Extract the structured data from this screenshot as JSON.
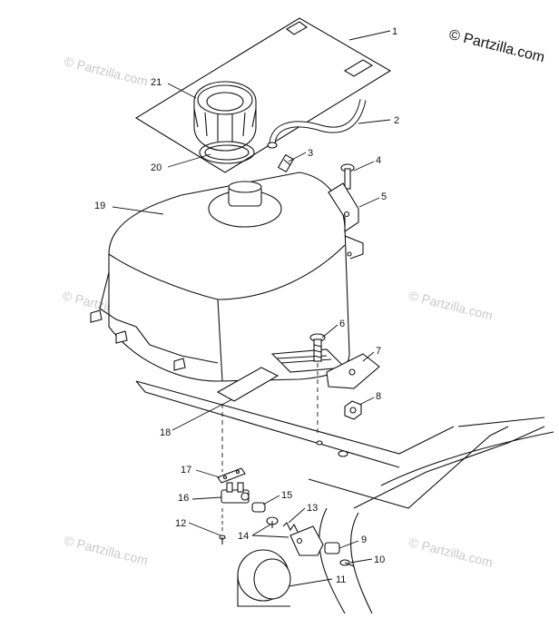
{
  "brand": "© Partzilla.com",
  "watermark": "© Partzilla.com",
  "callouts": [
    {
      "id": "1",
      "label": "1"
    },
    {
      "id": "2",
      "label": "2"
    },
    {
      "id": "3",
      "label": "3"
    },
    {
      "id": "4",
      "label": "4"
    },
    {
      "id": "5",
      "label": "5"
    },
    {
      "id": "6",
      "label": "6"
    },
    {
      "id": "7",
      "label": "7"
    },
    {
      "id": "8",
      "label": "8"
    },
    {
      "id": "9",
      "label": "9"
    },
    {
      "id": "10",
      "label": "10"
    },
    {
      "id": "11",
      "label": "11"
    },
    {
      "id": "12",
      "label": "12"
    },
    {
      "id": "13",
      "label": "13"
    },
    {
      "id": "14",
      "label": "14"
    },
    {
      "id": "15",
      "label": "15"
    },
    {
      "id": "16",
      "label": "16"
    },
    {
      "id": "17",
      "label": "17"
    },
    {
      "id": "18",
      "label": "18"
    },
    {
      "id": "19",
      "label": "19"
    },
    {
      "id": "20",
      "label": "20"
    },
    {
      "id": "21",
      "label": "21"
    }
  ]
}
